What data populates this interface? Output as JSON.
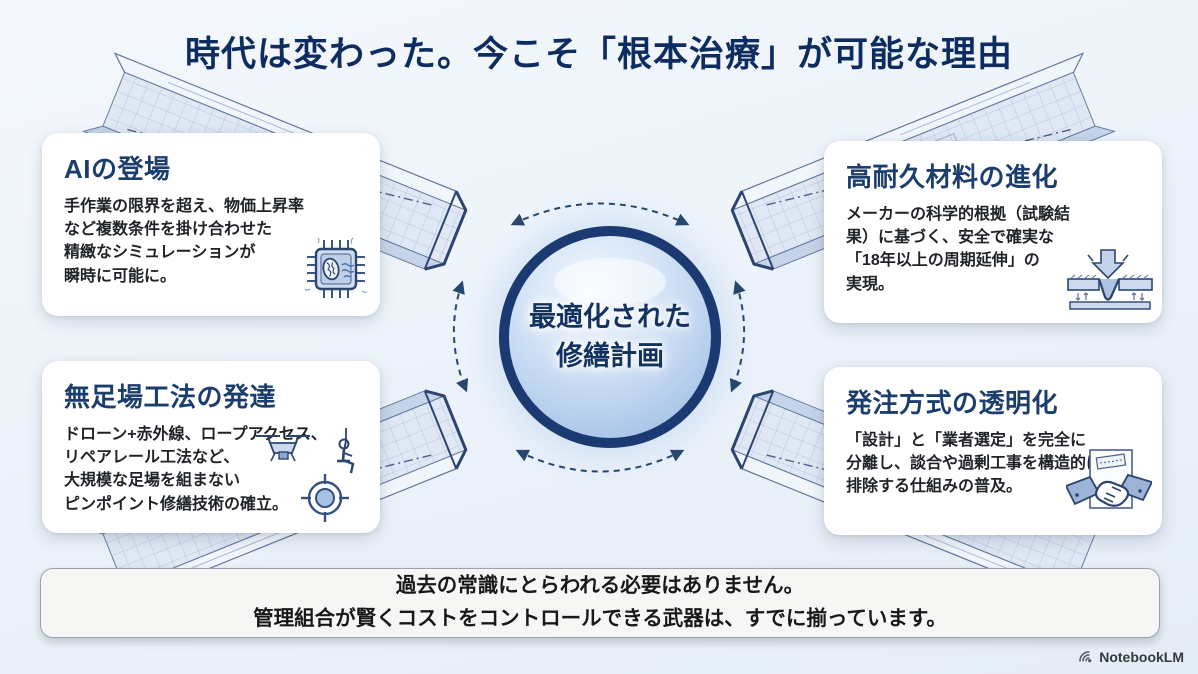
{
  "slide": {
    "title": "時代は変わった。今こそ「根本治療」が可能な理由",
    "center_label": "最適化された\n修繕計画",
    "cards": [
      {
        "id": "ai",
        "title": "AIの登場",
        "body": "手作業の限界を超え、物価上昇率\nなど複数条件を掛け合わせた\n精緻なシミュレーションが\n瞬時に可能に。",
        "icon": "ai-chip-icon"
      },
      {
        "id": "materials",
        "title": "高耐久材料の進化",
        "body": "メーカーの科学的根拠（試験結\n果）に基づく、安全で確実な\n「18年以上の周期延伸」の\n実現。",
        "icon": "sealant-joint-icon"
      },
      {
        "id": "scaffold",
        "title": "無足場工法の発達",
        "body": "ドローン+赤外線、ロープアクセス、\nリペアレール工法など、\n大規模な足場を組まない\nピンポイント修繕技術の確立。",
        "icon": "drone-rope-target-icon"
      },
      {
        "id": "ordering",
        "title": "発注方式の透明化",
        "body": "「設計」と「業者選定」を完全に\n分離し、談合や過剰工事を構造的に\n排除する仕組みの普及。",
        "icon": "handshake-contract-icon"
      }
    ],
    "footer": {
      "text": "過去の常識にとらわれる必要はありません。\n管理組合が賢くコストをコントロールできる武器は、すでに揃っています。"
    },
    "watermark": {
      "label": "NotebookLM"
    },
    "colors": {
      "title_navy": "#0d2c5f",
      "card_title_navy": "#1c3e6e",
      "body_text": "#1f2226",
      "sphere_ring": "#1b3a72",
      "arrow_navy": "#26476f",
      "girder_edge": "#2c4570",
      "footer_border": "#9ba1ac"
    }
  }
}
